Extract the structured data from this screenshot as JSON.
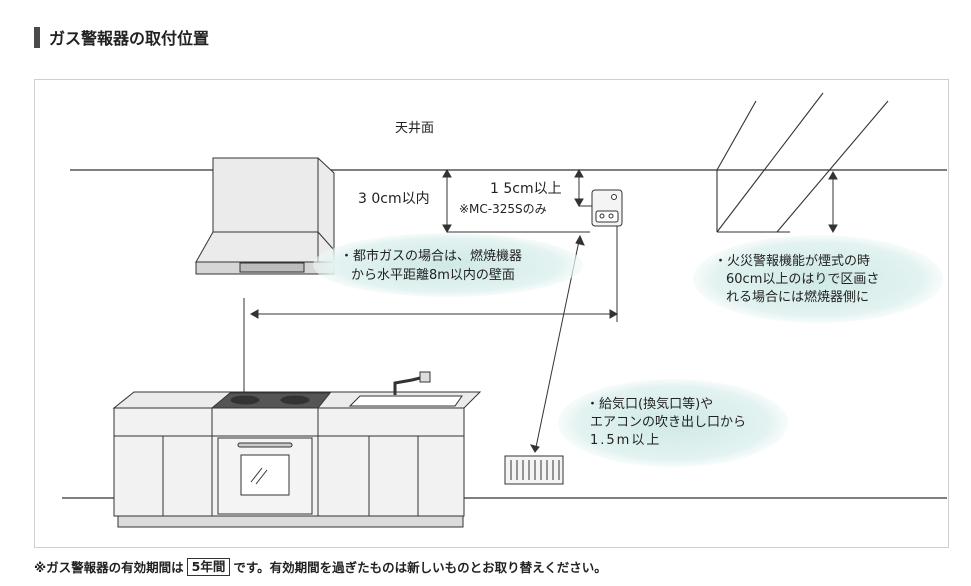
{
  "heading": {
    "title": "ガス警報器の取付位置"
  },
  "labels": {
    "ceiling": "天井面",
    "distance_30cm": "3 0cm以内",
    "distance_15cm": "1 5cm以上",
    "model_note": "※MC-325Sのみ",
    "city_gas_line1": "・都市ガスの場合は、燃焼機器",
    "city_gas_line2": "から水平距離8m以内の壁面",
    "fire_alarm_line1": "・火災警報機能が煙式の時",
    "fire_alarm_line2": "60cm以上のはりで区画さ",
    "fire_alarm_line3": "れる場合には燃焼器側に",
    "air_vent_line1": "・給気口(換気口等)や",
    "air_vent_line2": "エアコンの吹き出し口から",
    "air_vent_line3": "1.5m以上"
  },
  "colors": {
    "callout_bg": "#dcf0ee",
    "line": "#333333",
    "frame_border": "#cfcfcf"
  },
  "footnote": {
    "prefix": "※ガス警報器の有効期間は",
    "period": "5年間",
    "suffix": "です。有効期間を過ぎたものは新しいものとお取り替えください。"
  }
}
